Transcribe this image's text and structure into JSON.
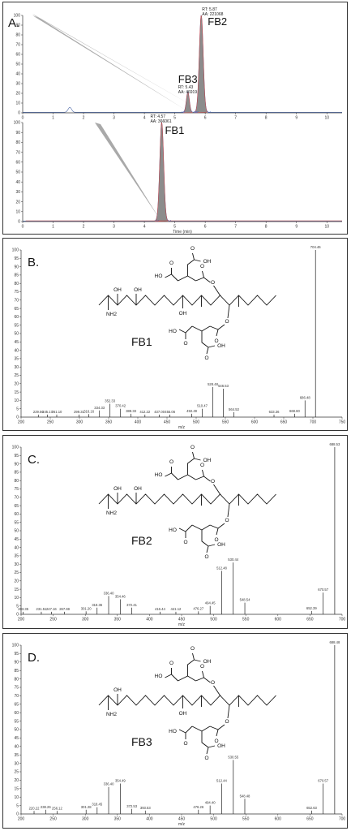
{
  "panels": {
    "A": {
      "letter": "A.",
      "peaks_top": [
        {
          "name": "FB2",
          "rt_label": "RT: 5.87",
          "aa_label": "AA: 221068"
        },
        {
          "name": "FB3",
          "rt_label": "RT: 5.43",
          "aa_label": "AA: 46919"
        }
      ],
      "peak_bottom": {
        "name": "FB1",
        "rt_label": "RT: 4.57",
        "aa_label": "AA: 366061"
      },
      "xlabel": "Time (min)"
    },
    "B": {
      "letter": "B.",
      "compound": "FB1"
    },
    "C": {
      "letter": "C.",
      "compound": "FB2"
    },
    "D": {
      "letter": "D.",
      "compound": "FB3"
    }
  },
  "molecule_labels": {
    "oh": "OH",
    "ho": "HO",
    "o": "O",
    "nh2": "NH2"
  },
  "chart_data": [
    {
      "id": "chromatogram-top",
      "type": "line",
      "xlim": [
        0,
        10.5
      ],
      "ylim": [
        0,
        100
      ],
      "xticks": [
        "0",
        "1",
        "2",
        "3",
        "4",
        "5",
        "6",
        "7",
        "8",
        "9",
        "10"
      ],
      "yticks": [
        "0",
        "10",
        "20",
        "30",
        "40",
        "50",
        "60",
        "70",
        "80",
        "90",
        "100"
      ],
      "peaks": [
        {
          "x": 1.55,
          "y": 5,
          "width": 0.08,
          "filled": false
        },
        {
          "x": 5.43,
          "y": 21,
          "width": 0.07,
          "filled": true
        },
        {
          "x": 5.87,
          "y": 100,
          "width": 0.09,
          "filled": true
        }
      ]
    },
    {
      "id": "chromatogram-bottom",
      "type": "line",
      "xlim": [
        0,
        10.5
      ],
      "ylim": [
        0,
        100
      ],
      "xlabel": "Time (min)",
      "xticks": [
        "0",
        "1",
        "2",
        "3",
        "4",
        "5",
        "6",
        "7",
        "8",
        "9",
        "10"
      ],
      "yticks": [
        "0",
        "10",
        "20",
        "30",
        "40",
        "50",
        "60",
        "70",
        "80",
        "90",
        "100"
      ],
      "peaks": [
        {
          "x": 4.57,
          "y": 100,
          "width": 0.09,
          "filled": true
        }
      ]
    },
    {
      "id": "spectrum-B",
      "type": "bar",
      "xlim": [
        200,
        750
      ],
      "ylim": [
        0,
        100
      ],
      "xlabel": "m/z",
      "xticks": [
        "200",
        "250",
        "300",
        "350",
        "400",
        "450",
        "500",
        "550",
        "600",
        "650",
        "700",
        "750"
      ],
      "yticks": [
        "0",
        "5",
        "10",
        "15",
        "20",
        "25",
        "30",
        "35",
        "40",
        "45",
        "50",
        "55",
        "60",
        "65",
        "70",
        "75",
        "80",
        "85",
        "90",
        "95",
        "100"
      ],
      "peaks": [
        {
          "mz": 229.56,
          "y": 1.5,
          "label": "229.56"
        },
        {
          "mz": 245.17,
          "y": 1.5,
          "label": "245.17"
        },
        {
          "mz": 261.1,
          "y": 1.5,
          "label": "261.10"
        },
        {
          "mz": 299.31,
          "y": 1.5,
          "label": "299.31"
        },
        {
          "mz": 316.16,
          "y": 1.8,
          "label": "316.16"
        },
        {
          "mz": 334.33,
          "y": 4,
          "label": "334.33"
        },
        {
          "mz": 352.33,
          "y": 8,
          "label": "352.33"
        },
        {
          "mz": 370.42,
          "y": 5,
          "label": "370.42"
        },
        {
          "mz": 388.33,
          "y": 2,
          "label": "388.33"
        },
        {
          "mz": 412.22,
          "y": 1.5,
          "label": "412.22"
        },
        {
          "mz": 437.0,
          "y": 1.5,
          "label": "437.00"
        },
        {
          "mz": 455.06,
          "y": 1.5,
          "label": "455.06"
        },
        {
          "mz": 492.49,
          "y": 2,
          "label": "492.49"
        },
        {
          "mz": 510.47,
          "y": 5,
          "label": "510.47"
        },
        {
          "mz": 528.48,
          "y": 18,
          "label": "528.48"
        },
        {
          "mz": 546.53,
          "y": 17,
          "label": "546.53"
        },
        {
          "mz": 564.53,
          "y": 3,
          "label": "564.53"
        },
        {
          "mz": 633.36,
          "y": 1.5,
          "label": "633.36"
        },
        {
          "mz": 668.6,
          "y": 2,
          "label": "668.60"
        },
        {
          "mz": 686.48,
          "y": 10,
          "label": "686.48"
        },
        {
          "mz": 704.46,
          "y": 100,
          "label": "704.46"
        }
      ]
    },
    {
      "id": "spectrum-C",
      "type": "bar",
      "xlim": [
        200,
        700
      ],
      "ylim": [
        0,
        100
      ],
      "xlabel": "m/z",
      "xticks": [
        "200",
        "250",
        "300",
        "350",
        "400",
        "450",
        "500",
        "550",
        "600",
        "650",
        "700"
      ],
      "yticks": [
        "0",
        "5",
        "10",
        "15",
        "20",
        "25",
        "30",
        "35",
        "40",
        "45",
        "50",
        "55",
        "60",
        "65",
        "70",
        "75",
        "80",
        "85",
        "90",
        "95",
        "100"
      ],
      "peaks": [
        {
          "mz": 203.35,
          "y": 1.5,
          "label": "203.35"
        },
        {
          "mz": 231.51,
          "y": 1.5,
          "label": "231.51"
        },
        {
          "mz": 247.16,
          "y": 1.5,
          "label": "247.16"
        },
        {
          "mz": 267.69,
          "y": 1.5,
          "label": "267.69"
        },
        {
          "mz": 301.2,
          "y": 1.8,
          "label": "301.20"
        },
        {
          "mz": 318.36,
          "y": 4,
          "label": "318.36"
        },
        {
          "mz": 336.4,
          "y": 11,
          "label": "336.40"
        },
        {
          "mz": 354.46,
          "y": 9,
          "label": "354.46"
        },
        {
          "mz": 372.41,
          "y": 4,
          "label": "372.41"
        },
        {
          "mz": 416.44,
          "y": 1.5,
          "label": "416.44"
        },
        {
          "mz": 441.12,
          "y": 1.5,
          "label": "441.12"
        },
        {
          "mz": 476.27,
          "y": 1.8,
          "label": "476.27"
        },
        {
          "mz": 494.45,
          "y": 5,
          "label": "494.45"
        },
        {
          "mz": 512.48,
          "y": 26,
          "label": "512.48"
        },
        {
          "mz": 530.44,
          "y": 31,
          "label": "530.44"
        },
        {
          "mz": 548.54,
          "y": 7,
          "label": "548.54"
        },
        {
          "mz": 652.39,
          "y": 2,
          "label": "652.39"
        },
        {
          "mz": 670.57,
          "y": 13,
          "label": "670.57"
        },
        {
          "mz": 688.53,
          "y": 100,
          "label": "688.53"
        }
      ]
    },
    {
      "id": "spectrum-D",
      "type": "bar",
      "xlim": [
        200,
        700
      ],
      "ylim": [
        0,
        100
      ],
      "xlabel": "m/z",
      "xticks": [
        "200",
        "250",
        "300",
        "350",
        "400",
        "450",
        "500",
        "550",
        "600",
        "650",
        "700"
      ],
      "yticks": [
        "0",
        "5",
        "10",
        "15",
        "20",
        "25",
        "30",
        "35",
        "40",
        "45",
        "50",
        "55",
        "60",
        "65",
        "70",
        "75",
        "80",
        "85",
        "90",
        "95",
        "100"
      ],
      "peaks": [
        {
          "mz": 220.22,
          "y": 1.8,
          "label": "220.22"
        },
        {
          "mz": 238.26,
          "y": 2.5,
          "label": "238.26"
        },
        {
          "mz": 256.12,
          "y": 1.8,
          "label": "256.12"
        },
        {
          "mz": 301.28,
          "y": 2.5,
          "label": "301.28"
        },
        {
          "mz": 318.45,
          "y": 4,
          "label": "318.45"
        },
        {
          "mz": 336.4,
          "y": 16,
          "label": "336.40"
        },
        {
          "mz": 354.49,
          "y": 18,
          "label": "354.49"
        },
        {
          "mz": 372.53,
          "y": 3,
          "label": "372.53"
        },
        {
          "mz": 393.53,
          "y": 2,
          "label": "393.53"
        },
        {
          "mz": 476.26,
          "y": 2.5,
          "label": "476.26"
        },
        {
          "mz": 494.4,
          "y": 5,
          "label": "494.40"
        },
        {
          "mz": 512.44,
          "y": 18,
          "label": "512.44"
        },
        {
          "mz": 530.55,
          "y": 32,
          "label": "530.55"
        },
        {
          "mz": 548.48,
          "y": 9,
          "label": "548.48"
        },
        {
          "mz": 652.63,
          "y": 2,
          "label": "652.63"
        },
        {
          "mz": 670.57,
          "y": 18,
          "label": "670.57"
        },
        {
          "mz": 688.48,
          "y": 100,
          "label": "688.48"
        }
      ]
    }
  ]
}
